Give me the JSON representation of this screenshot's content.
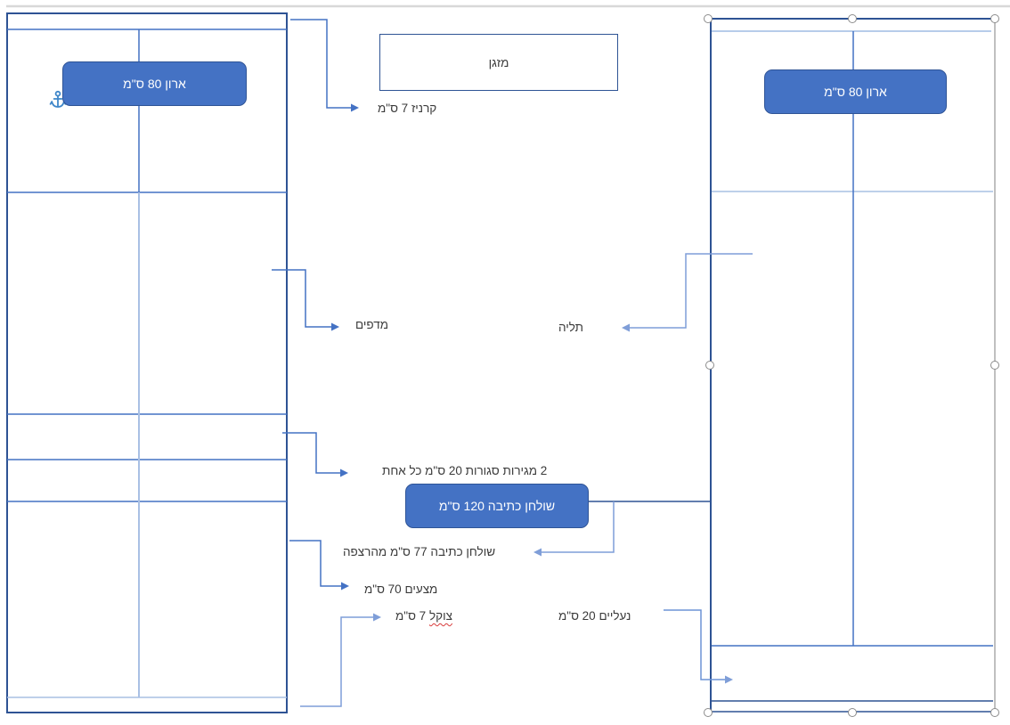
{
  "shapes": {
    "left_cabinet_label": "ארון 80 ס\"מ",
    "right_cabinet_label": "ארון 80 ס\"מ",
    "air_conditioner_label": "מזגן",
    "desk_label": "שולחן כתיבה 120 ס\"מ"
  },
  "labels": {
    "cornice": "קרניז 7 ס\"מ",
    "shelves": "מדפים",
    "hanging": "תליה",
    "drawers": "2 מגירות סגורות 20 ס\"מ כל אחת",
    "desk_height": "שולחן כתיבה 77 ס\"מ מהרצפה",
    "bedding": "מצעים 70 ס\"מ",
    "plinth_word": "צוקל",
    "plinth_rest": " 7 ס\"מ",
    "shoes": "נעליים 20 ס\"מ"
  },
  "colors": {
    "shape_fill": "#4472C4",
    "shape_border": "#2F5496",
    "line_medium": "#4472C4",
    "line_light": "#7F9ED8",
    "line_pale": "#A9C0E4",
    "line_dark": "#2E5394",
    "selection_handle_border": "#8C8C8C",
    "spellcheck_underline": "#D83B3B",
    "label_text": "#3A3A3A",
    "page_edge_line": "#D8D8D8",
    "anchor_icon": "#3F87C9"
  }
}
